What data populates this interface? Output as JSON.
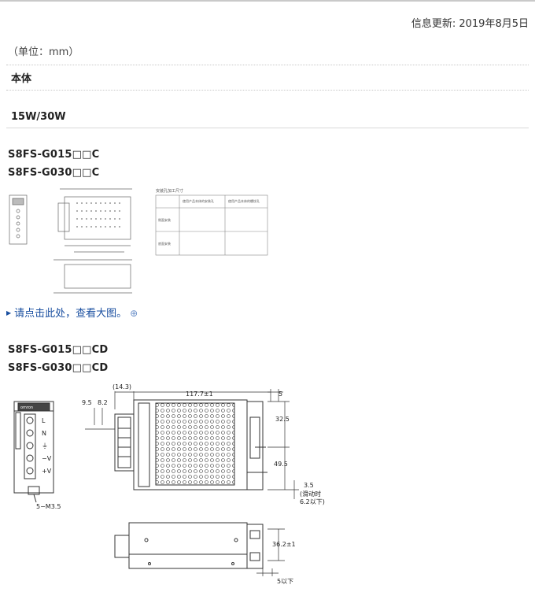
{
  "header": {
    "updated": "信息更新: 2019年8月5日"
  },
  "unit_note": "（单位：mm）",
  "section_title": "本体",
  "subsection_title": "15W/30W",
  "group1": {
    "models": [
      "S8FS-G015□□C",
      "S8FS-G030□□C"
    ],
    "link_text": "请点击此处，查看大图。",
    "table_title": "安装孔加工尺寸",
    "table_col1": "使用产品本体的安装孔",
    "table_col2": "使用产品本体的螺纹孔",
    "table_row1": "侧面安装",
    "table_row2": "底面安装"
  },
  "group2": {
    "models": [
      "S8FS-G015□□CD",
      "S8FS-G030□□CD"
    ],
    "dims": {
      "d143": "(14.3)",
      "d1177": "117.7±1",
      "d5": "5",
      "d95": "9.5",
      "d82": "8.2",
      "d325": "32.5",
      "d495": "49.5",
      "d35": "3.5",
      "slide": "(滑动时",
      "d62": "6.2以下)",
      "m35": "5−M3.5",
      "d362": "36.2±1",
      "d5below": "5以下"
    },
    "terminals": [
      "L",
      "N",
      "⏚",
      "−V",
      "+V"
    ],
    "brand": "omron"
  }
}
